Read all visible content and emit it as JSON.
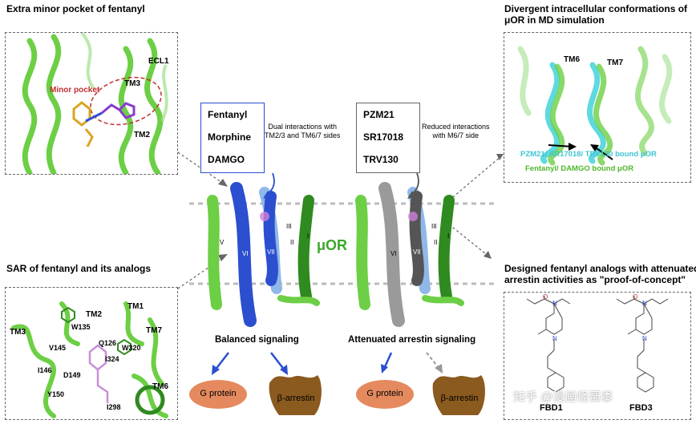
{
  "top_left": {
    "title": "Extra minor pocket of fentanyl",
    "labels": {
      "ecl1": "ECL1",
      "tm3": "TM3",
      "tm2": "TM2",
      "minor_pocket": "Minor pocket"
    }
  },
  "bottom_left": {
    "title": "SAR of fentanyl and its analogs",
    "labels": {
      "tm1": "TM1",
      "tm2": "TM2",
      "tm3": "TM3",
      "tm7": "TM7",
      "tm6": "TM6",
      "w135": "W135",
      "q126": "Q126",
      "w320": "W320",
      "v145": "V145",
      "i324": "I324",
      "i146": "I146",
      "d149": "D149",
      "y150": "Y150",
      "i298": "I298"
    }
  },
  "center": {
    "left_box": [
      "Fentanyl",
      "Morphine",
      "DAMGO"
    ],
    "left_note": "Dual interactions with\nTM2/3 and TM6/7 sides",
    "right_box": [
      "PZM21",
      "SR17018",
      "TRV130"
    ],
    "right_note": "Reduced interactions\nwith M6/7 side",
    "receptor_label": "μOR",
    "left_signal": "Balanced signaling",
    "right_signal": "Attenuated arrestin signaling",
    "g_protein": "G protein",
    "beta_arrestin": "β-arrestin",
    "helix_numerals": [
      "V",
      "VI",
      "VII",
      "III",
      "II",
      "I"
    ]
  },
  "top_right": {
    "title": "Divergent intracellular conformations of\nμOR in MD simulation",
    "labels": {
      "tm6": "TM6",
      "tm7": "TM7"
    },
    "legend_cyan": "PZM21/ SR17018/ TRV130 bound μOR",
    "legend_green": "Fentanyl/ DAMGO bound μOR"
  },
  "bottom_right": {
    "title": "Designed fentanyl analogs with attenuated\narrestin activities as \"proof-of-concept\"",
    "compound1": "FBD1",
    "compound2": "FBD3"
  },
  "watermark": "知乎 @漫画怪蜀黍",
  "colors": {
    "green": "#6ccf45",
    "dark_green": "#2f8a1f",
    "blue": "#2b4fcf",
    "orange": "#e48a5e",
    "brown": "#8b5a1f",
    "cyan": "#5fd9e0",
    "red": "#c0302f",
    "grey": "#999999"
  }
}
